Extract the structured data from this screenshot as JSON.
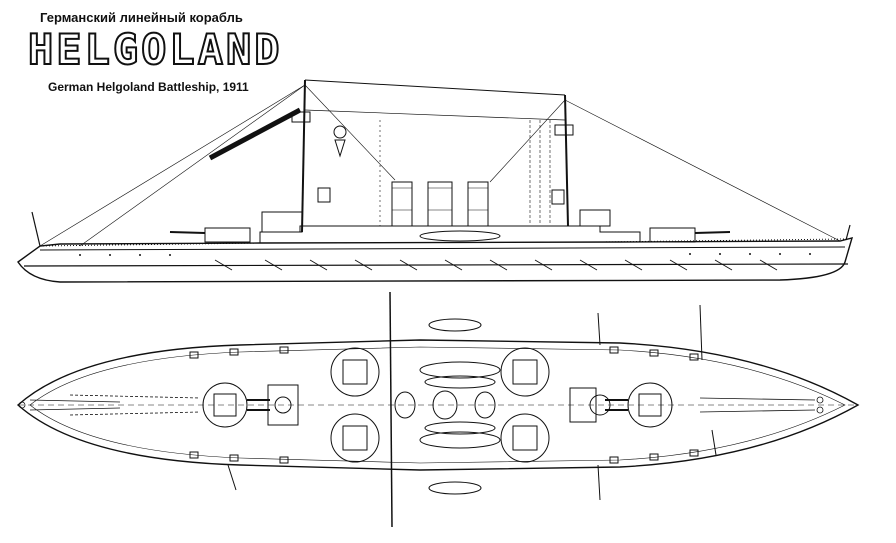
{
  "header": {
    "title_ru": "Германский линейный корабль",
    "title_main": "HELGOLAND",
    "subtitle_en": "German Helgoland Battleship, 1911"
  },
  "views": [
    "profile",
    "plan"
  ],
  "colors": {
    "line": "#111111",
    "background": "#ffffff"
  }
}
